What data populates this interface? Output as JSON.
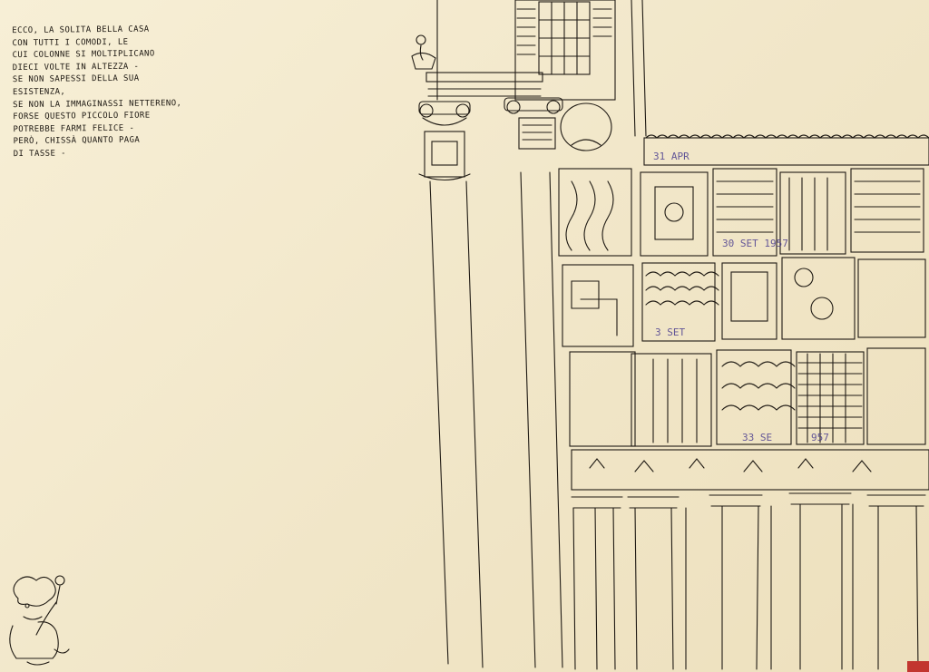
{
  "note": {
    "lines": [
      "Ecco, la solita bella casa",
      "con tutti i comodi, le",
      "cui colonne si moltiplicano",
      "dieci volte in altezza -",
      "se non sapessi della sua",
      "esistenza,",
      "se non la immaginassi nettereno,",
      "forse questo piccolo fiore",
      "potrebbe farmi felice -",
      "però, chissà quanto paga",
      "di tasse -"
    ]
  },
  "stamps": [
    "31 APR",
    "30 SET 1957",
    "3 SET",
    "33 SE",
    "957"
  ],
  "colors": {
    "paper": "#f3ead0",
    "ink": "#1f1a14",
    "stamp_ink": "#4a3d8f",
    "red_mark": "#c2362f"
  }
}
